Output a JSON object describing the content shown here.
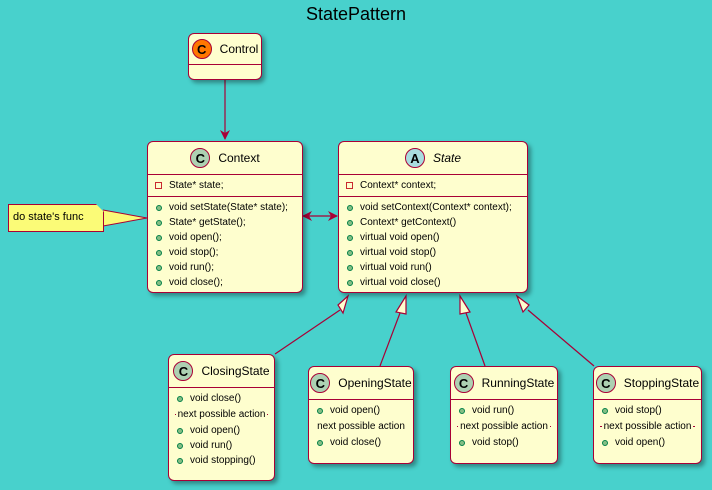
{
  "title": "StatePattern",
  "colors": {
    "background": "#48D1CC",
    "class_fill": "#FEFECE",
    "border": "#A80036",
    "note_fill": "#FBFB77",
    "control_stereotype": "#FF7700",
    "class_stereotype": "#ADD1B2",
    "abstract_stereotype": "#A9DCDF"
  },
  "note": {
    "text": "do state's func"
  },
  "classes": {
    "control": {
      "stereotype": "C",
      "name": "Control"
    },
    "context": {
      "stereotype": "C",
      "name": "Context",
      "fields": [
        "State* state;"
      ],
      "methods": [
        "void setState(State* state);",
        "State* getState();",
        "void open();",
        "void stop();",
        "void run();",
        "void close();"
      ]
    },
    "state": {
      "stereotype": "A",
      "name": "State",
      "fields": [
        "Context* context;"
      ],
      "methods": [
        "void setContext(Context* context);",
        "Context* getContext()",
        "virtual void open()",
        "virtual void stop()",
        "virtual void run()",
        "virtual void close()"
      ]
    },
    "closing": {
      "stereotype": "C",
      "name": "ClosingState",
      "methods": [
        "void close()"
      ],
      "separator": "next possible action",
      "actions": [
        "void open()",
        "void run()",
        "void stopping()"
      ]
    },
    "opening": {
      "stereotype": "C",
      "name": "OpeningState",
      "methods": [
        "void open()"
      ],
      "separator": "next possible action",
      "actions": [
        "void close()"
      ]
    },
    "running": {
      "stereotype": "C",
      "name": "RunningState",
      "methods": [
        "void run()"
      ],
      "separator": "next possible action",
      "actions": [
        "void stop()"
      ]
    },
    "stopping": {
      "stereotype": "C",
      "name": "StoppingState",
      "methods": [
        "void stop()"
      ],
      "separator": "next possible action",
      "actions": [
        "void open()"
      ]
    }
  }
}
